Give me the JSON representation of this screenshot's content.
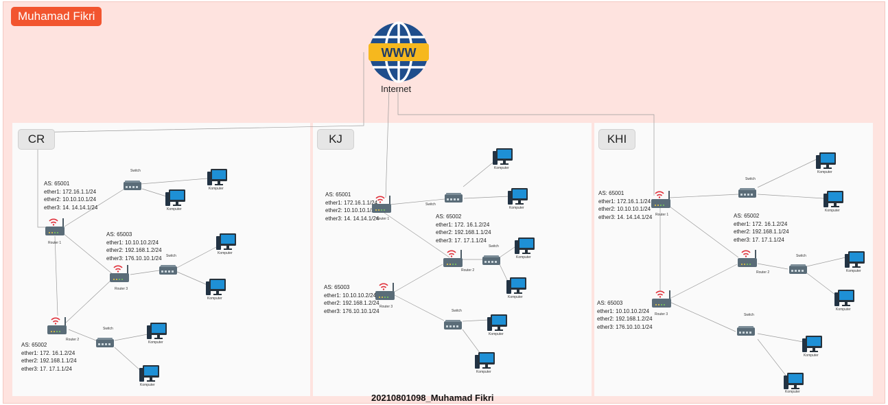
{
  "header": {
    "title": "Muhamad Fikri"
  },
  "internet": {
    "label": "Internet",
    "icon": "www-globe-icon"
  },
  "footer": {
    "text": "20210801098_Muhamad Fikri"
  },
  "colors": {
    "background": "#fee3df",
    "title_badge": "#f2552f",
    "panel": "#fafafa",
    "device": "#5a6c78",
    "monitor_screen": "#1e90d6"
  },
  "panels": {
    "cr": {
      "label": "CR",
      "router1": {
        "name": "Router 1",
        "as": "AS: 65001",
        "e1": "ether1: 172.16.1.1/24",
        "e2": "ether2: 10.10.10.1/24",
        "e3": "ether3: 14. 14.14.1/24"
      },
      "router3": {
        "name": "Router 3",
        "as": "AS: 65003",
        "e1": "ether1: 10.10.10.2/24",
        "e2": "ether2: 192.168.1.2/24",
        "e3": "ether3: 176.10.10.1/24"
      },
      "router2": {
        "name": "Router 2",
        "as": "AS: 65002",
        "e1": "ether1: 172. 16.1.2/24",
        "e2": "ether2: 192.168.1.1/24",
        "e3": "ether3: 17. 17.1.1/24"
      },
      "switch": "Switch",
      "computer": "Komputer"
    },
    "kj": {
      "label": "KJ",
      "router1": {
        "name": "Router 1",
        "as": "AS: 65001",
        "e1": "ether1: 172.16.1.1/24",
        "e2": "ether2: 10.10.10.1/24",
        "e3": "ether3: 14. 14.14.1/24"
      },
      "router2": {
        "name": "Router 2",
        "as": "AS: 65002",
        "e1": "ether1: 172. 16.1.2/24",
        "e2": "ether2: 192.168.1.1/24",
        "e3": "ether3: 17. 17.1.1/24"
      },
      "router3": {
        "name": "Router 3",
        "as": "AS: 65003",
        "e1": "ether1: 10.10.10.2/24",
        "e2": "ether2: 192.168.1.2/24",
        "e3": "ether3: 176.10.10.1/24"
      },
      "switch": "Switch",
      "computer": "Komputer"
    },
    "khi": {
      "label": "KHI",
      "router1": {
        "name": "Router 1",
        "as": "AS: 65001",
        "e1": "ether1: 172.16.1.1/24",
        "e2": "ether2: 10.10.10.1/24",
        "e3": "ether3: 14. 14.14.1/24"
      },
      "router2": {
        "name": "Router 2",
        "as": "AS: 65002",
        "e1": "ether1: 172. 16.1.2/24",
        "e2": "ether2: 192.168.1.1/24",
        "e3": "ether3: 17. 17.1.1/24"
      },
      "router3": {
        "name": "Router 3",
        "as": "AS: 65003",
        "e1": "ether1: 10.10.10.2/24",
        "e2": "ether2: 192.168.1.2/24",
        "e3": "ether3: 176.10.10.1/24"
      },
      "switch": "Switch",
      "computer": "Komputer"
    }
  }
}
